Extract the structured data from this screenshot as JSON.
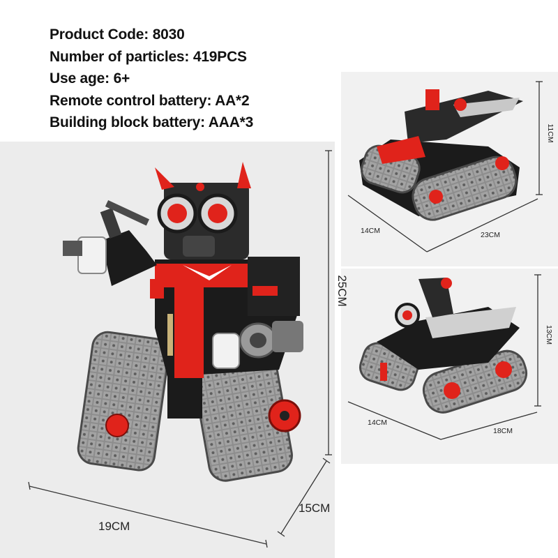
{
  "specs": [
    "Product Code: 8030",
    "Number of particles: 419PCS",
    "Use age: 6+",
    "Remote control battery: AA*2",
    "Building block battery: AAA*3"
  ],
  "main_model": {
    "height": "25CM",
    "depth": "15CM",
    "width": "19CM"
  },
  "tank_model": {
    "height": "11CM",
    "depth": "14CM",
    "width": "23CM"
  },
  "bike_model": {
    "height": "13CM",
    "depth": "14CM",
    "width": "18CM"
  },
  "colors": {
    "accent_red": "#e0231b",
    "body_black": "#1b1b1b",
    "track_gray": "#8a8a8a",
    "panel_bg": "#ececec"
  }
}
